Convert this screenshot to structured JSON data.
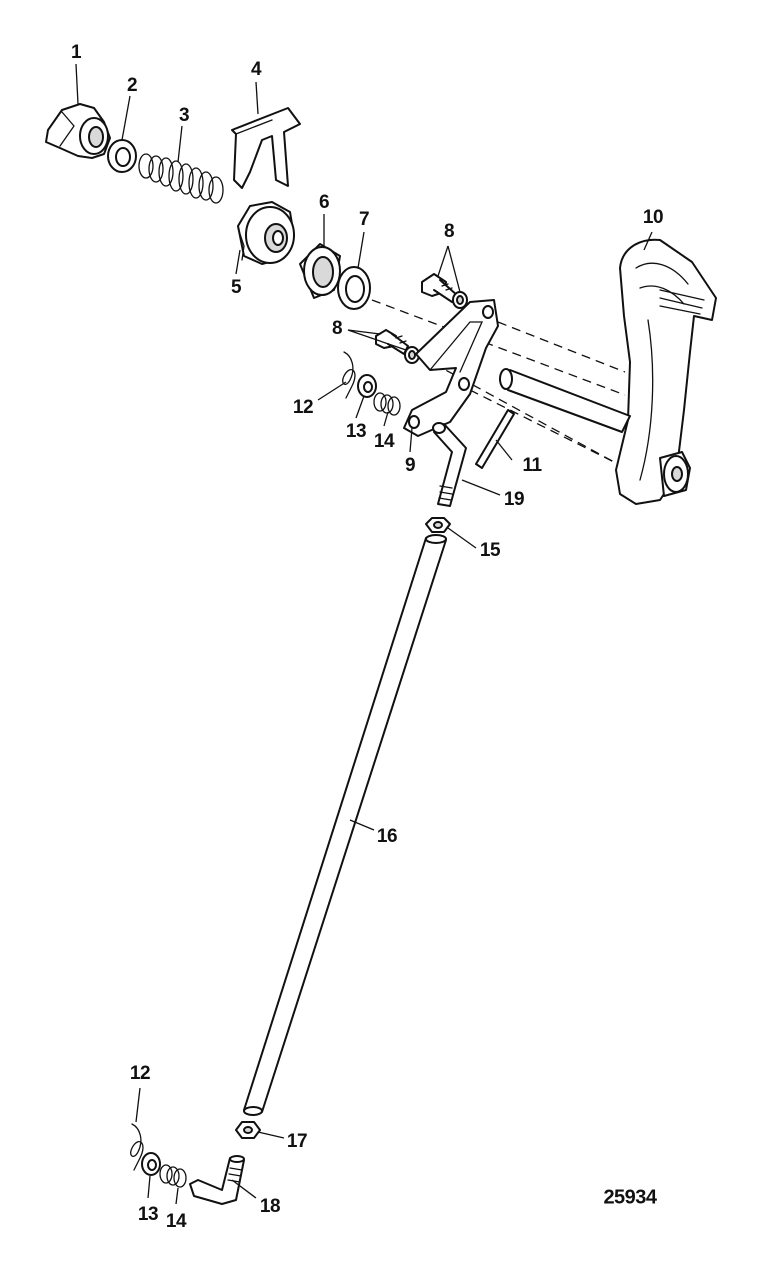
{
  "callouts": [
    {
      "id": "c1",
      "text": "1"
    },
    {
      "id": "c2",
      "text": "2"
    },
    {
      "id": "c3",
      "text": "3"
    },
    {
      "id": "c4",
      "text": "4"
    },
    {
      "id": "c5",
      "text": "5"
    },
    {
      "id": "c6",
      "text": "6"
    },
    {
      "id": "c7",
      "text": "7"
    },
    {
      "id": "c8a",
      "text": "8"
    },
    {
      "id": "c8b",
      "text": "8"
    },
    {
      "id": "c9",
      "text": "9"
    },
    {
      "id": "c10",
      "text": "10"
    },
    {
      "id": "c11",
      "text": "11"
    },
    {
      "id": "c12a",
      "text": "12"
    },
    {
      "id": "c13a",
      "text": "13"
    },
    {
      "id": "c14a",
      "text": "14"
    },
    {
      "id": "c15",
      "text": "15"
    },
    {
      "id": "c16",
      "text": "16"
    },
    {
      "id": "c17",
      "text": "17"
    },
    {
      "id": "c12b",
      "text": "12"
    },
    {
      "id": "c13b",
      "text": "13"
    },
    {
      "id": "c14b",
      "text": "14"
    },
    {
      "id": "c18",
      "text": "18"
    },
    {
      "id": "c19",
      "text": "19"
    }
  ],
  "figure_number": "25934",
  "colors": {
    "line": "#111111",
    "shade": "#d9d9d9",
    "background": "#ffffff"
  }
}
